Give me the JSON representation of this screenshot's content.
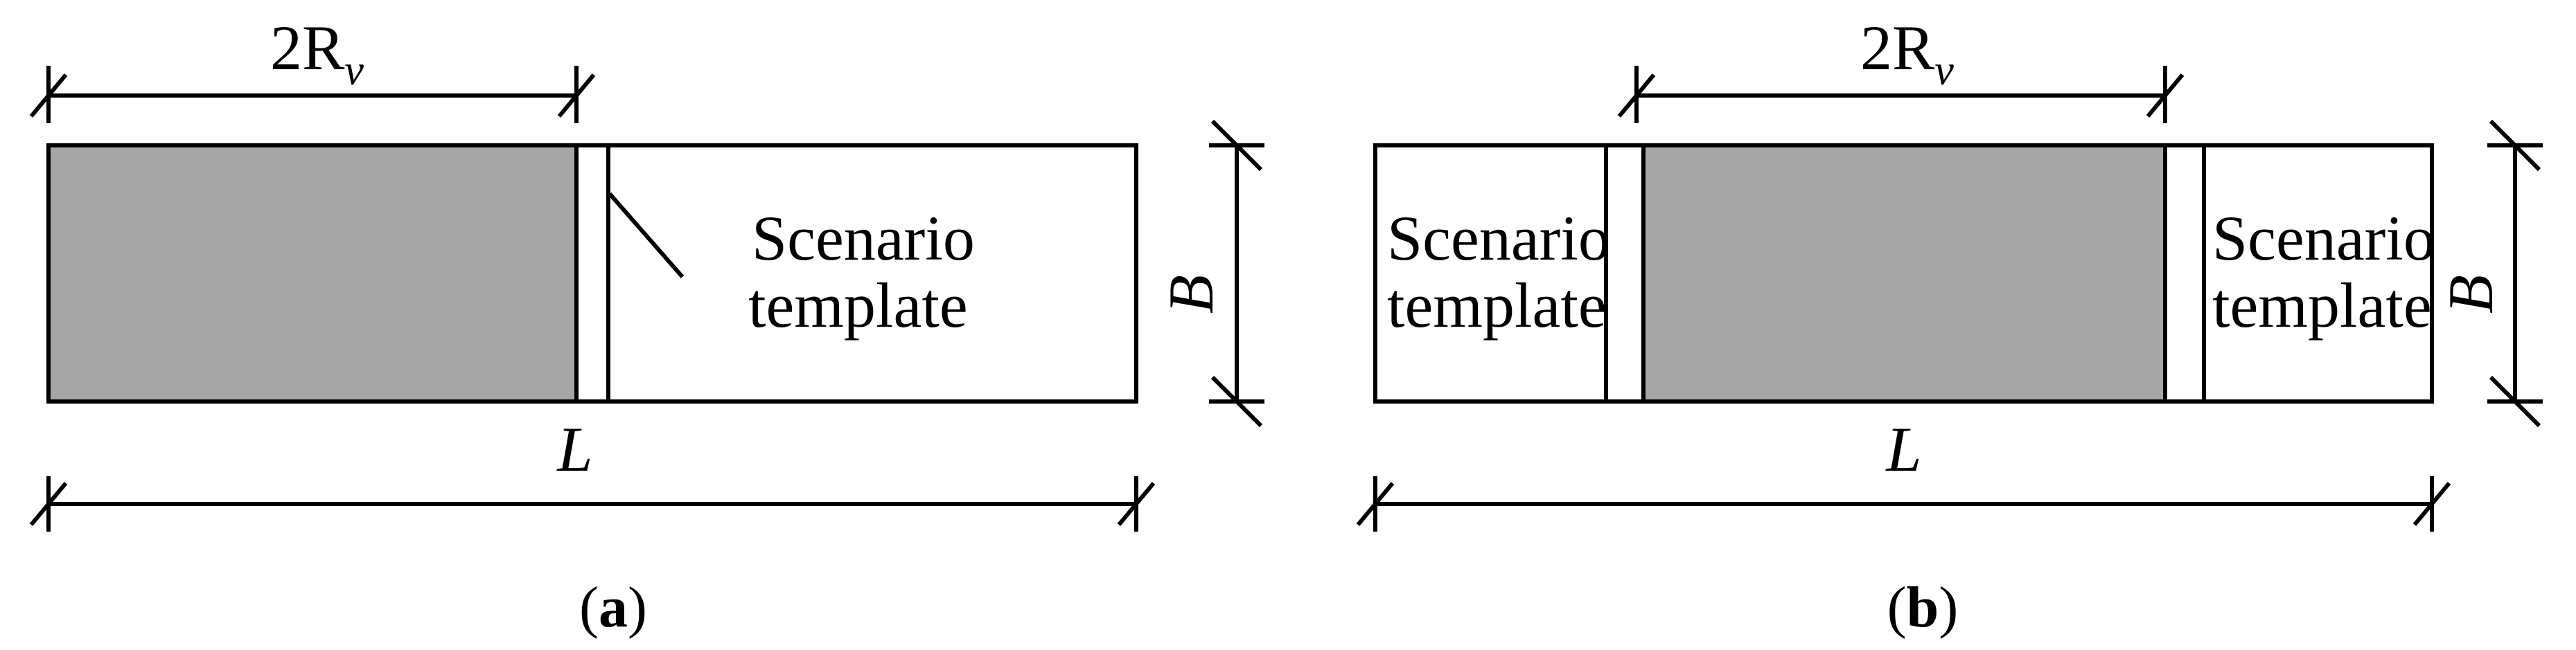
{
  "panels": [
    {
      "caption_open": "(",
      "caption_letter": "a",
      "caption_close": ")",
      "dim_top": {
        "main": "2R",
        "sub": "v"
      },
      "dim_bottom": "L",
      "dim_side": "B",
      "region_right": {
        "line1": "Scenario",
        "line2": "template"
      }
    },
    {
      "caption_open": "(",
      "caption_letter": "b",
      "caption_close": ")",
      "dim_top": {
        "main": "2R",
        "sub": "v"
      },
      "dim_bottom": "L",
      "dim_side": "B",
      "region_left": {
        "line1": "Scenario",
        "line2": "template"
      },
      "region_right": {
        "line1": "Scenario",
        "line2": "template"
      }
    }
  ],
  "colors": {
    "shaded_region": "#a6a6a6",
    "stroke": "#000000",
    "background": "#ffffff"
  }
}
